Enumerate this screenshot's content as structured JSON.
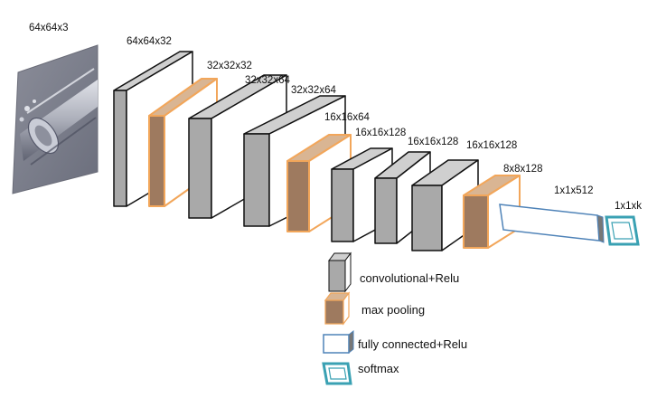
{
  "input": {
    "label": "64x64x3"
  },
  "layers": [
    {
      "label": "64x64x32",
      "kind": "conv"
    },
    {
      "label": "32x32x32",
      "kind": "pool"
    },
    {
      "label": "32x32x64",
      "kind": "conv"
    },
    {
      "label": "32x32x64",
      "kind": "conv"
    },
    {
      "label": "16x16x64",
      "kind": "pool"
    },
    {
      "label": "16x16x128",
      "kind": "conv"
    },
    {
      "label": "16x16x128",
      "kind": "conv"
    },
    {
      "label": "16x16x128",
      "kind": "conv"
    },
    {
      "label": "8x8x128",
      "kind": "pool"
    },
    {
      "label": "1x1x512",
      "kind": "fc"
    },
    {
      "label": "1x1xk",
      "kind": "softmax"
    }
  ],
  "legend": [
    {
      "kind": "conv",
      "label": "convolutional+Relu"
    },
    {
      "kind": "pool",
      "label": "max pooling"
    },
    {
      "kind": "fc",
      "label": "fully connected+Relu"
    },
    {
      "kind": "softmax",
      "label": "softmax"
    }
  ],
  "colors": {
    "conv_side": "#a9a9a9",
    "conv_top": "#cfcfcf",
    "conv_edge": "#111111",
    "pool_side": "#9e7a5f",
    "pool_top": "#d9b593",
    "pool_edge": "#f2a65a",
    "fc_edge": "#4f83b8",
    "fc_side": "#777777",
    "softmax_edge": "#3aa1b3"
  },
  "icons": {
    "input_image": "pipe-photo-icon"
  }
}
